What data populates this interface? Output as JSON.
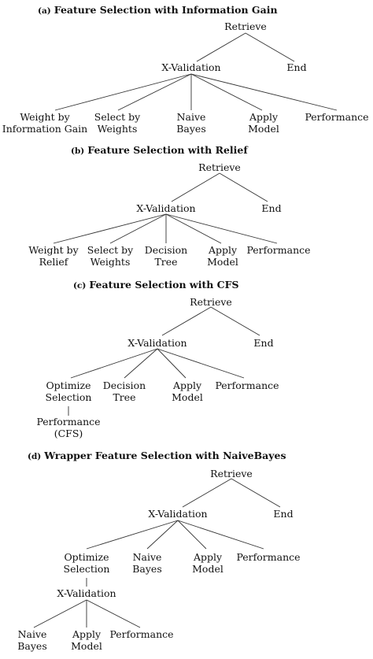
{
  "panels": [
    {
      "label": "(a)",
      "title": "Feature Selection with Information Gain",
      "root": "Retrieve",
      "xval": "X-Validation",
      "end": "End",
      "children": [
        [
          "Weight by",
          "Information Gain"
        ],
        [
          "Select by",
          "Weights"
        ],
        [
          "Naive",
          "Bayes"
        ],
        [
          "Apply",
          "Model"
        ],
        [
          "Performance"
        ]
      ]
    },
    {
      "label": "(b)",
      "title": "Feature Selection with Relief",
      "root": "Retrieve",
      "xval": "X-Validation",
      "end": "End",
      "children": [
        [
          "Weight by",
          "Relief"
        ],
        [
          "Select by",
          "Weights"
        ],
        [
          "Decision",
          "Tree"
        ],
        [
          "Apply",
          "Model"
        ],
        [
          "Performance"
        ]
      ]
    },
    {
      "label": "(c)",
      "title": "Feature Selection with CFS",
      "root": "Retrieve",
      "xval": "X-Validation",
      "end": "End",
      "children": [
        [
          "Optimize",
          "Selection"
        ],
        [
          "Decision",
          "Tree"
        ],
        [
          "Apply",
          "Model"
        ],
        [
          "Performance"
        ]
      ],
      "sub": [
        "Performance",
        "(CFS)"
      ]
    },
    {
      "label": "(d)",
      "title": "Wrapper Feature Selection with NaiveBayes",
      "root": "Retrieve",
      "xval": "X-Validation",
      "end": "End",
      "children": [
        [
          "Optimize",
          "Selection"
        ],
        [
          "Naive",
          "Bayes"
        ],
        [
          "Apply",
          "Model"
        ],
        [
          "Performance"
        ]
      ],
      "inner": {
        "xval": "X-Validation",
        "children": [
          [
            "Naive",
            "Bayes"
          ],
          [
            "Apply",
            "Model"
          ],
          [
            "Performance"
          ]
        ]
      }
    }
  ]
}
